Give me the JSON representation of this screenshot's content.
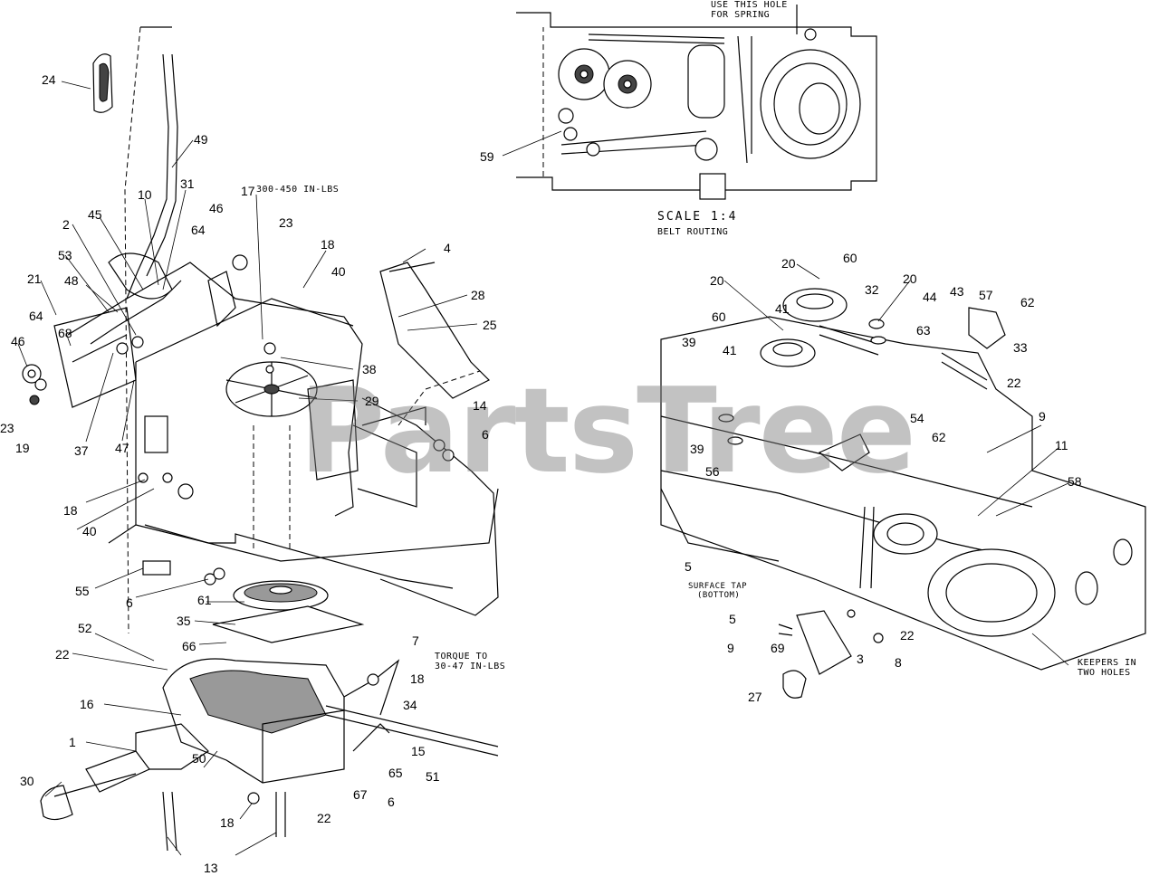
{
  "watermark": "PartsTree",
  "scale_label": "SCALE 1:4",
  "belt_routing_label": "BELT ROUTING",
  "notes": {
    "spring_hole_1": "USE THIS HOLE",
    "spring_hole_2": "FOR SPRING",
    "torque_top": "300-450 IN-LBS",
    "torque_bottom_1": "TORQUE TO",
    "torque_bottom_2": "30-47 IN-LBS",
    "surface_1": "SURFACE TAP",
    "surface_2": "(BOTTOM)",
    "keepers_1": "KEEPERS IN",
    "keepers_2": "TWO HOLES"
  },
  "callouts": {
    "c24": "24",
    "c49": "49",
    "c10": "10",
    "c31": "31",
    "c17": "17",
    "c46a": "46",
    "c23a": "23",
    "c2": "2",
    "c45": "45",
    "c64a": "64",
    "c18a": "18",
    "c4": "4",
    "c40a": "40",
    "c53": "53",
    "c21": "21",
    "c48": "48",
    "c28": "28",
    "c64b": "64",
    "c68": "68",
    "c25": "25",
    "c46b": "46",
    "c38": "38",
    "c29": "29",
    "c23b": "23",
    "c19": "19",
    "c37": "37",
    "c47": "47",
    "c14": "14",
    "c6a": "6",
    "c18b": "18",
    "c40b": "40",
    "c55": "55",
    "c6b": "6",
    "c61": "61",
    "c35": "35",
    "c52": "52",
    "c66": "66",
    "c7": "7",
    "c22a": "22",
    "c18c": "18",
    "c16": "16",
    "c34": "34",
    "c1": "1",
    "c15": "15",
    "c50": "50",
    "c65": "65",
    "c30": "30",
    "c51": "51",
    "c67": "67",
    "c6c": "6",
    "c18d": "18",
    "c22b": "22",
    "c13": "13",
    "c59": "59",
    "c20a": "20",
    "c60a": "60",
    "c20b": "20",
    "c32": "32",
    "c44": "44",
    "c43": "43",
    "c57": "57",
    "c62a": "62",
    "c60b": "60",
    "c41a": "41",
    "c39a": "39",
    "c41b": "41",
    "c63": "63",
    "c33": "33",
    "c22c": "22",
    "c54": "54",
    "c9a": "9",
    "c39b": "39",
    "c62b": "62",
    "c11": "11",
    "c56": "56",
    "c58": "58",
    "c5a": "5",
    "c5b": "5",
    "c22d": "22",
    "c9b": "9",
    "c69": "69",
    "c3": "3",
    "c8": "8",
    "c27": "27"
  }
}
